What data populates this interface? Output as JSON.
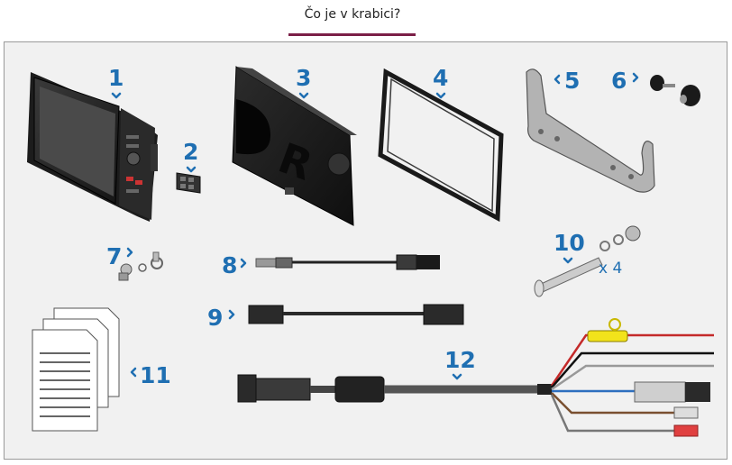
{
  "header": {
    "title": "Čo je v krabici?"
  },
  "items": [
    {
      "number": "1"
    },
    {
      "number": "2"
    },
    {
      "number": "3"
    },
    {
      "number": "4"
    },
    {
      "number": "5"
    },
    {
      "number": "6"
    },
    {
      "number": "7"
    },
    {
      "number": "8"
    },
    {
      "number": "9"
    },
    {
      "number": "10",
      "quantity": "x 4"
    },
    {
      "number": "11"
    },
    {
      "number": "12"
    }
  ],
  "colors": {
    "accent": "#7b1f47",
    "label": "#1f6fb2",
    "panel": "#f1f1f1"
  }
}
